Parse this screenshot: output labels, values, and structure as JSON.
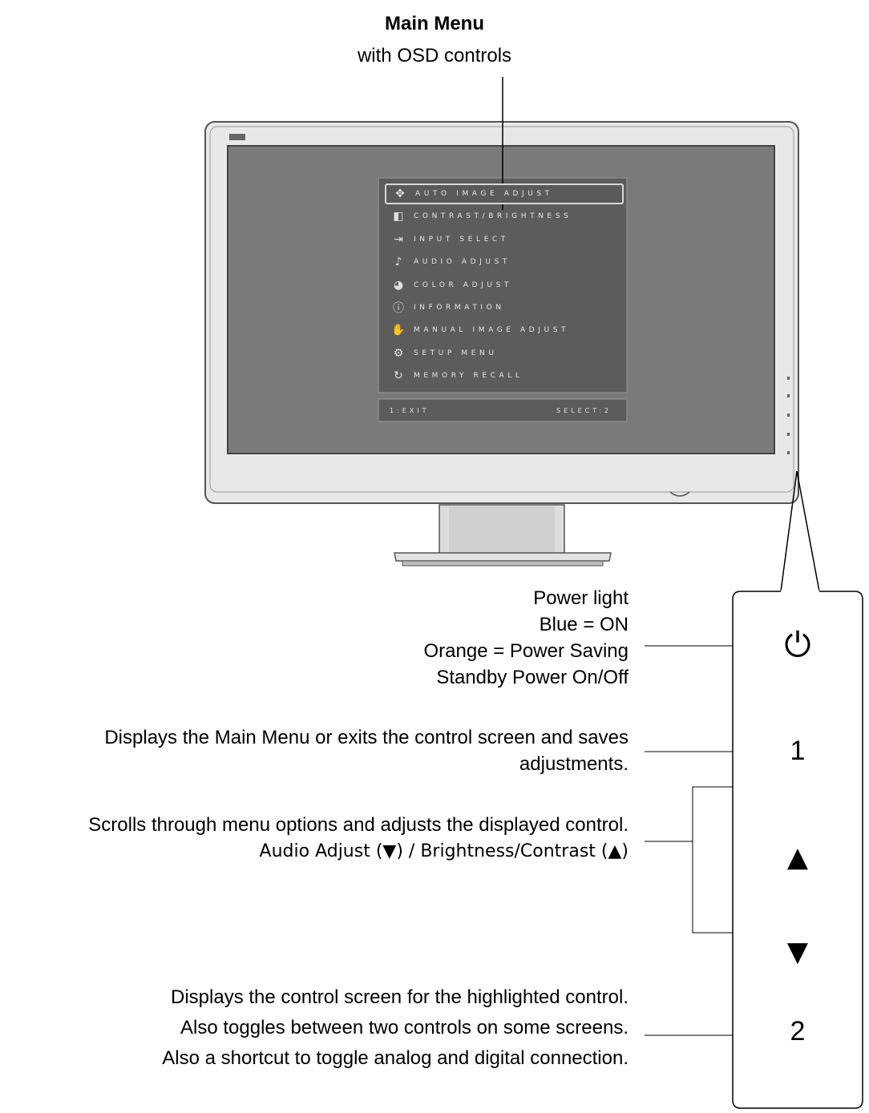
{
  "header": {
    "title": "Main Menu",
    "subtitle": "with OSD controls"
  },
  "osd": {
    "items": [
      {
        "label": "AUTO IMAGE ADJUST",
        "icon": "auto-image-icon"
      },
      {
        "label": "CONTRAST/BRIGHTNESS",
        "icon": "contrast-brightness-icon"
      },
      {
        "label": "INPUT SELECT",
        "icon": "input-select-icon"
      },
      {
        "label": "AUDIO ADJUST",
        "icon": "audio-adjust-icon"
      },
      {
        "label": "COLOR ADJUST",
        "icon": "color-adjust-icon"
      },
      {
        "label": "INFORMATION",
        "icon": "information-icon"
      },
      {
        "label": "MANUAL IMAGE ADJUST",
        "icon": "manual-image-icon"
      },
      {
        "label": "SETUP MENU",
        "icon": "setup-menu-icon"
      },
      {
        "label": "MEMORY RECALL",
        "icon": "memory-recall-icon"
      }
    ],
    "selected_index": 0,
    "footer_left": "1:EXIT",
    "footer_right": "SELECT:2"
  },
  "buttons": {
    "power_symbol": "⏻",
    "one": "1",
    "up": "▲",
    "down": "▼",
    "two": "2"
  },
  "notes": {
    "power": [
      "Power light",
      "Blue = ON",
      "Orange = Power Saving",
      "Standby Power On/Off"
    ],
    "one": [
      "Displays the Main Menu or exits the control screen and saves",
      "adjustments."
    ],
    "arrows": [
      "Scrolls through menu options and adjusts the displayed control.",
      "Audio Adjust (▼) / Brightness/Contrast  (▲)"
    ],
    "two": [
      "Displays the control screen for the highlighted control.",
      "Also toggles between two controls on some screens.",
      "Also a shortcut to toggle analog and digital connection."
    ]
  },
  "colors": {
    "screen": "#7a7a7a",
    "bezel": "#e6e6e6",
    "osd_panel": "#5c5c5c"
  }
}
